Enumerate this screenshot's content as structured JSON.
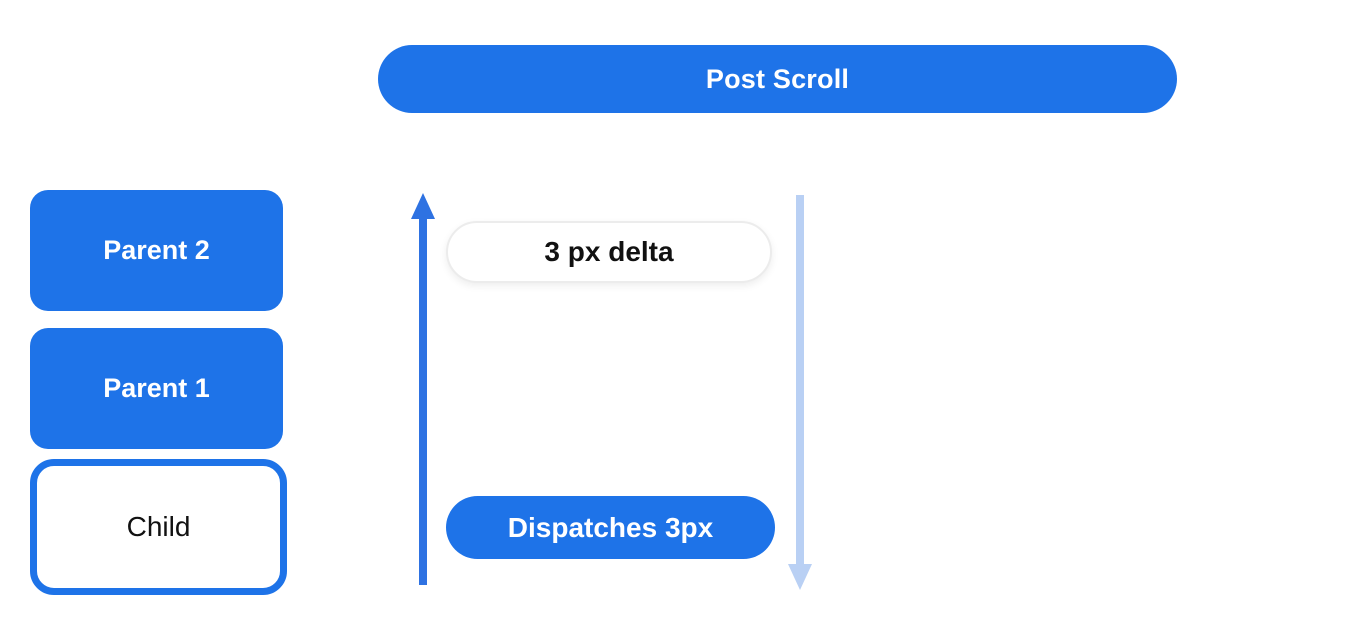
{
  "colors": {
    "primary_blue": "#1e73e8",
    "arrow_blue": "#2e72e2",
    "arrow_light_blue": "#b9d0f4",
    "pill_border_gray": "#ececec",
    "text_dark": "#111111",
    "text_white": "#ffffff"
  },
  "header": {
    "title": "Post Scroll"
  },
  "stack": {
    "items": [
      {
        "label": "Parent 2",
        "variant": "filled"
      },
      {
        "label": "Parent 1",
        "variant": "filled"
      },
      {
        "label": "Child",
        "variant": "outlined"
      }
    ]
  },
  "flow": {
    "delta_pill_label": "3 px delta",
    "dispatch_pill_label": "Dispatches 3px",
    "up_arrow": "upward-scroll-direction",
    "down_arrow": "downward-scroll-dispatch"
  }
}
